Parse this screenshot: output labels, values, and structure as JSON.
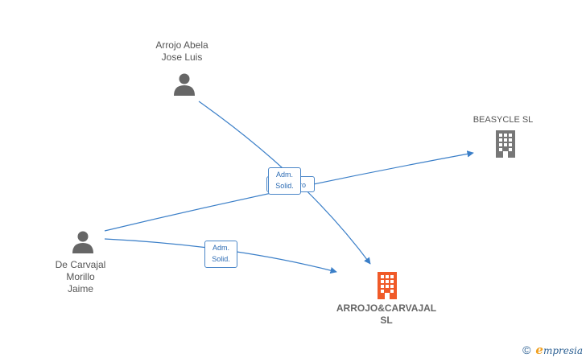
{
  "nodes": {
    "arrojo_abela": {
      "type": "person",
      "line1": "Arrojo Abela",
      "line2": "Jose Luis",
      "icon": "person-icon"
    },
    "de_carvajal": {
      "type": "person",
      "line1": "De Carvajal",
      "line2": "Morillo",
      "line3": "Jaime",
      "icon": "person-icon"
    },
    "beasycle": {
      "type": "company",
      "line1": "BEASYCLE  SL",
      "icon": "building-icon",
      "color": "#777777"
    },
    "arrojo_carvajal": {
      "type": "company",
      "line1": "ARROJO&CARVAJAL",
      "line2": "SL",
      "icon": "building-icon",
      "color": "#f05a28"
    }
  },
  "edges": [
    {
      "from": "arrojo_abela",
      "to": "arrojo_carvajal",
      "label_line1": "Adm.",
      "label_line2": "Solid."
    },
    {
      "from": "de_carvajal",
      "to": "beasycle",
      "label_line1": "",
      "label_line2": "ro"
    },
    {
      "from": "de_carvajal",
      "to": "arrojo_carvajal",
      "label_line1": "Adm.",
      "label_line2": "Solid."
    }
  ],
  "colors": {
    "edge": "#3b7fc8",
    "person_icon": "#666666",
    "company_icon": "#777777",
    "main_company_icon": "#f05a28"
  },
  "watermark": {
    "copyright": "©",
    "brand_initial": "e",
    "brand_rest": "mpresia"
  }
}
